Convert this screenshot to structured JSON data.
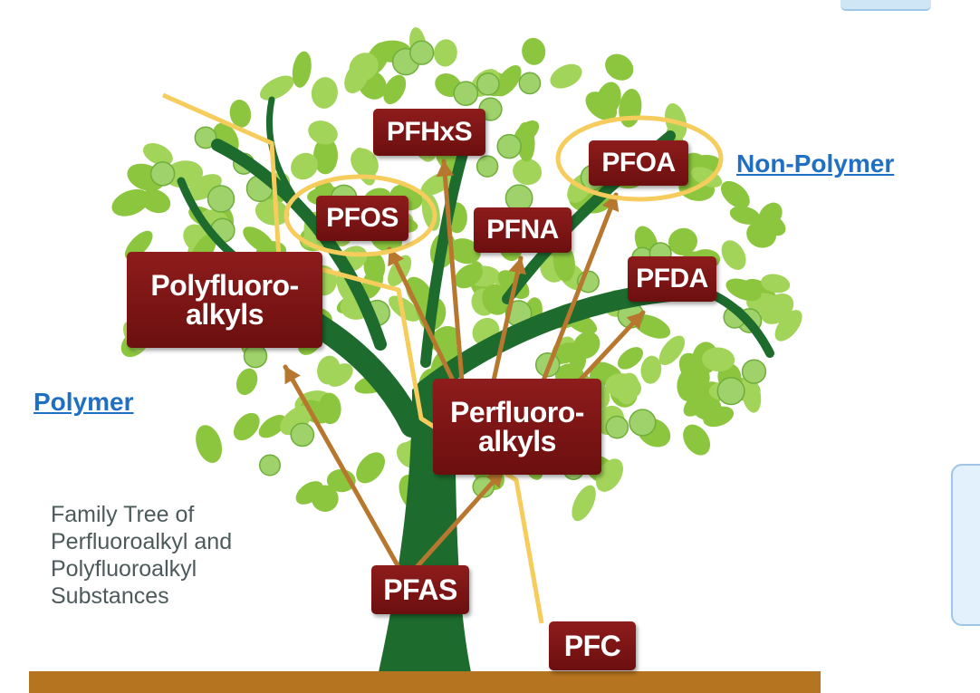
{
  "diagram": {
    "nodes": {
      "pfhxs": "PFHxS",
      "pfoa": "PFOA",
      "pfos": "PFOS",
      "pfna": "PFNA",
      "pfda": "PFDA",
      "polyfluoroalkyls": "Polyfluoro-\nalkyls",
      "perfluoroalkyls": "Perfluoro-\nalkyls",
      "pfas": "PFAS",
      "pfc": "PFC"
    },
    "annotations": {
      "non_polymer": "Non-Polymer",
      "polymer": "Polymer"
    },
    "caption": {
      "line1": "Family Tree of",
      "line2": "Perfluoroalkyl and",
      "line3": "Polyfluoroalkyl",
      "line4": "Substances"
    },
    "colors": {
      "box": "#7b1414",
      "leaf_light": "#8cc63f",
      "leaf_dark": "#1e6b2e",
      "arrow": "#b8772e",
      "highlight": "#f6cc5c",
      "ground": "#b5741f",
      "link": "#1f6fc4"
    }
  }
}
